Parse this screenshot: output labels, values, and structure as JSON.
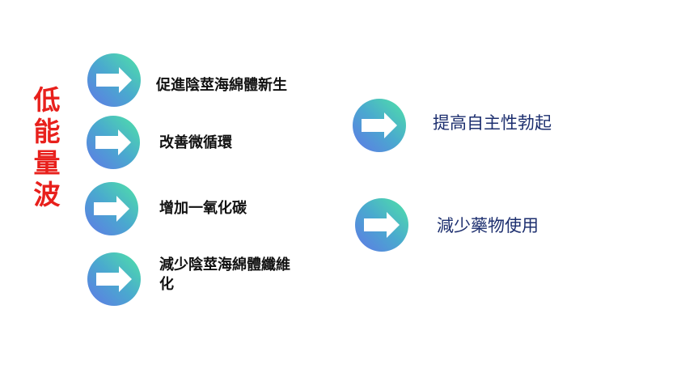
{
  "title": [
    "低",
    "能",
    "量",
    "波"
  ],
  "left_items": [
    {
      "label": "促進陰莖海綿體新生"
    },
    {
      "label": "改善微循環"
    },
    {
      "label": "增加一氧化碳"
    },
    {
      "label_line1": "減少陰莖海綿體纖維",
      "label_line2": "化"
    }
  ],
  "right_items": [
    {
      "label": "提高自主性勃起"
    },
    {
      "label": "減少藥物使用"
    }
  ],
  "colors": {
    "title": "#e8201c",
    "right_text": "#1d2f6f",
    "gradient_start": "#5f78e6",
    "gradient_end": "#4fe3a6"
  }
}
